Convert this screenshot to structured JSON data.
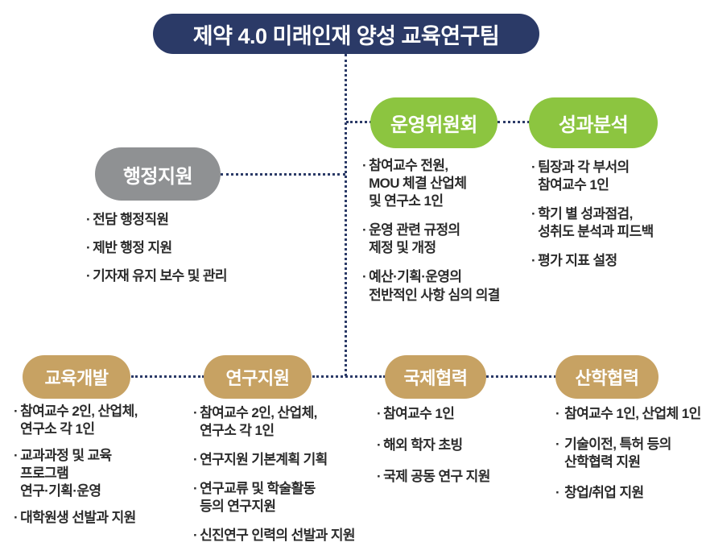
{
  "title": "제약 4.0 미래인재 양성 교육연구팀",
  "bullet": "·",
  "colors": {
    "navy": "#2b3a67",
    "green": "#8cc540",
    "gray": "#8f9193",
    "tan": "#c7a263",
    "text": "#2b2b2b"
  },
  "sections": {
    "steering": {
      "label": "운영위원회",
      "items": [
        "참여교수 전원,\nMOU 체결 산업체\n및 연구소 1인",
        "운영 관련 규정의\n제정 및 개정",
        "예산·기획·운영의\n전반적인 사항 심의 의결"
      ]
    },
    "performance": {
      "label": "성과분석",
      "items": [
        "팀장과 각 부서의\n참여교수 1인",
        "학기 별 성과점검,\n성취도 분석과 피드백",
        "평가 지표 설정"
      ]
    },
    "admin": {
      "label": "행정지원",
      "items": [
        "전담 행정직원",
        "제반 행정 지원",
        "기자재 유지 보수 및 관리"
      ]
    },
    "edu": {
      "label": "교육개발",
      "items": [
        "참여교수 2인, 산업체,\n연구소 각 1인",
        "교과과정 및 교육\n프로그램\n연구·기획·운영",
        "대학원생 선발과 지원"
      ]
    },
    "research": {
      "label": "연구지원",
      "items": [
        "참여교수 2인, 산업체,\n연구소 각 1인",
        "연구지원 기본계획 기획",
        "연구교류 및 학술활동\n등의 연구지원",
        "신진연구 인력의 선발과 지원"
      ]
    },
    "intl": {
      "label": "국제협력",
      "items": [
        "참여교수 1인",
        "해외 학자 초빙",
        "국제 공동 연구 지원"
      ]
    },
    "industry": {
      "label": "산학협력",
      "items": [
        "참여교수 1인, 산업체 1인",
        "기술이전, 특허 등의\n산학협력 지원",
        "창업/취업 지원"
      ]
    }
  }
}
